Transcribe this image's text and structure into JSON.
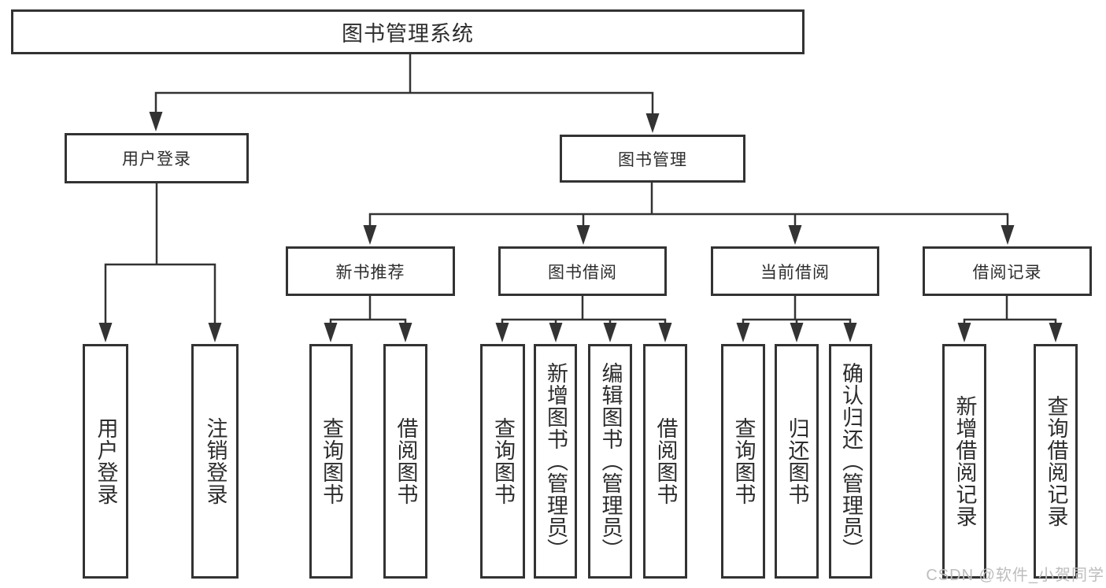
{
  "diagram": {
    "label": "图书管理系统",
    "children": [
      {
        "label": "用户登录",
        "children": [
          {
            "label": "用户登录"
          },
          {
            "label": "注销登录"
          }
        ]
      },
      {
        "label": "图书管理",
        "children": [
          {
            "label": "新书推荐",
            "children": [
              {
                "label": "查询图书"
              },
              {
                "label": "借阅图书"
              }
            ]
          },
          {
            "label": "图书借阅",
            "children": [
              {
                "label": "查询图书"
              },
              {
                "label": "新增图书（管理员）"
              },
              {
                "label": "编辑图书（管理员）"
              },
              {
                "label": "借阅图书"
              }
            ]
          },
          {
            "label": "当前借阅",
            "children": [
              {
                "label": "查询图书"
              },
              {
                "label": "归还图书"
              },
              {
                "label": "确认归还（管理员）"
              }
            ]
          },
          {
            "label": "借阅记录",
            "children": [
              {
                "label": "新增借阅记录"
              },
              {
                "label": "查询借阅记录"
              }
            ]
          }
        ]
      }
    ]
  },
  "watermark": {
    "text": "CSDN @软件_小贺同学"
  },
  "colors": {
    "line": "#333333",
    "text": "#2d2d2d",
    "background": "#ffffff",
    "watermark": "#bdbdbd"
  }
}
